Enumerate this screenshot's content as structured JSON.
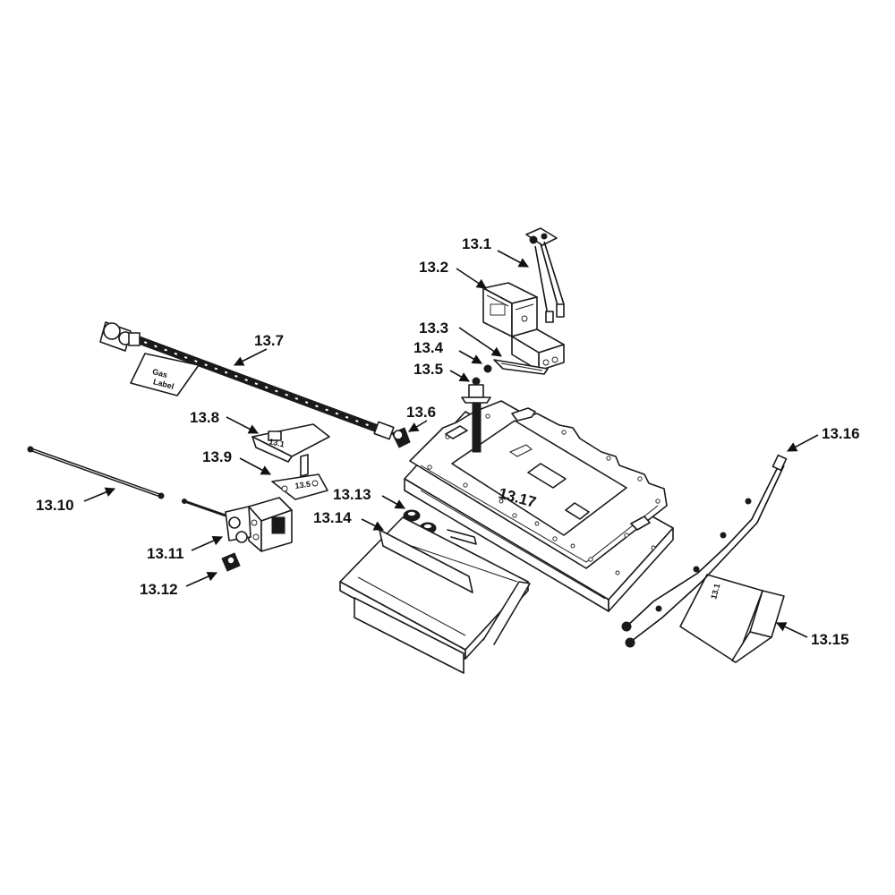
{
  "labels": {
    "l13_1": "13.1",
    "l13_2": "13.2",
    "l13_3": "13.3",
    "l13_4": "13.4",
    "l13_5": "13.5",
    "l13_6": "13.6",
    "l13_7": "13.7",
    "l13_8": "13.8",
    "l13_9": "13.9",
    "l13_10": "13.10",
    "l13_11": "13.11",
    "l13_12": "13.12",
    "l13_13": "13.13",
    "l13_14": "13.14",
    "l13_15": "13.15",
    "l13_16": "13.16",
    "l13_17": "13.17"
  },
  "part_text": {
    "gas_label_line1": "Gas",
    "gas_label_line2": "Label",
    "bracket_8_mark": "13.1",
    "bracket_9_mark": "13.5",
    "plate_15_mark": "13.1"
  },
  "colors": {
    "line": "#1a1a1a",
    "background": "#ffffff"
  }
}
